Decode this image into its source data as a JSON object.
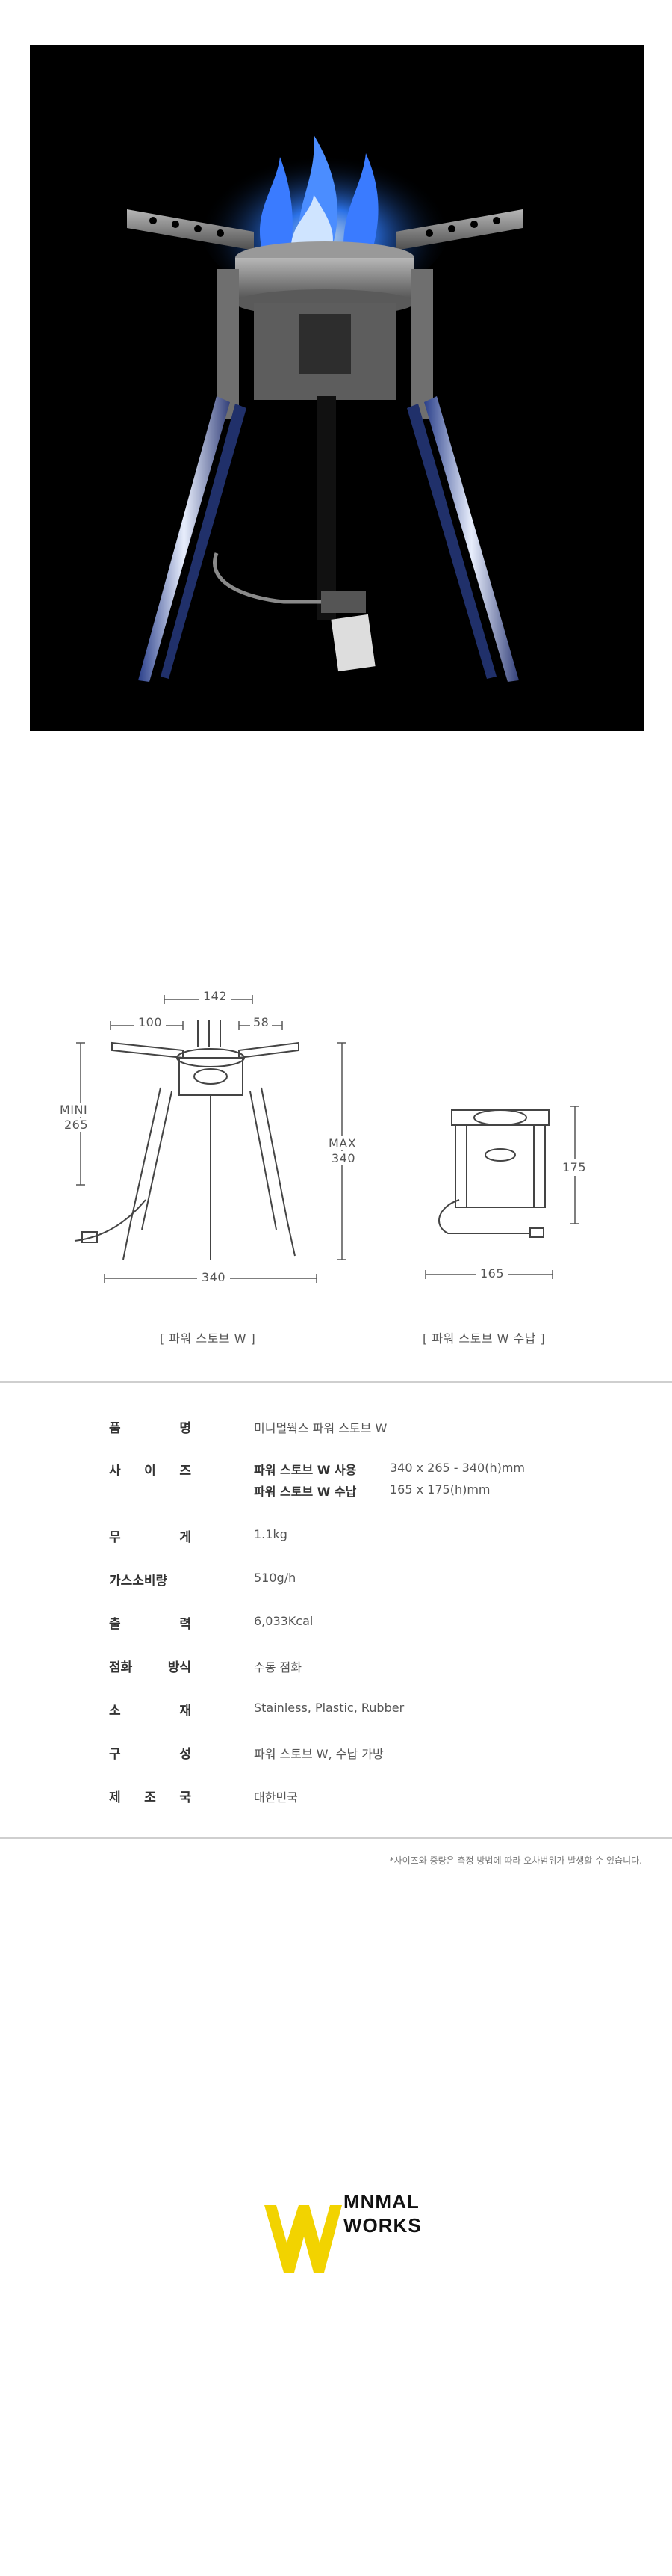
{
  "diagram": {
    "dims": {
      "top_span": "142",
      "left_span": "100",
      "right_span": "58",
      "mini_label": "MINI",
      "mini_value": "265",
      "max_label": "MAX",
      "max_value": "340",
      "base_width": "340",
      "folded_height": "175",
      "folded_width": "165"
    },
    "captions": {
      "open": "[ 파워 스토브 W ]",
      "folded": "[ 파워 스토브 W 수납 ]"
    }
  },
  "specs": {
    "product_name": {
      "label": "품 명",
      "value": "미니멀웍스 파워 스토브 W"
    },
    "size": {
      "label": "사 이 즈",
      "rows": [
        {
          "name": "파워 스토브 W 사용",
          "value": "340 x 265 - 340(h)mm"
        },
        {
          "name": "파워 스토브 W 수납",
          "value": "165 x 175(h)mm"
        }
      ]
    },
    "weight": {
      "label": "무 게",
      "value": "1.1kg"
    },
    "gas_consumption": {
      "label": "가스소비량",
      "value": "510g/h"
    },
    "output": {
      "label": "출 력",
      "value": "6,033Kcal"
    },
    "ignition": {
      "label": "점화 방식",
      "value": "수동 점화"
    },
    "material": {
      "label": "소 재",
      "value": "Stainless, Plastic, Rubber"
    },
    "components": {
      "label": "구 성",
      "value": "파워 스토브 W, 수납 가방"
    },
    "origin": {
      "label": "제 조 국",
      "value": "대한민국"
    }
  },
  "note": "*사이즈와 중량은 측정 방법에 따라 오차범위가 발생할 수 있습니다.",
  "logo": {
    "brand_line1": "MNMAL",
    "brand_line2": "WORKS",
    "accent_color": "#f2d300"
  }
}
